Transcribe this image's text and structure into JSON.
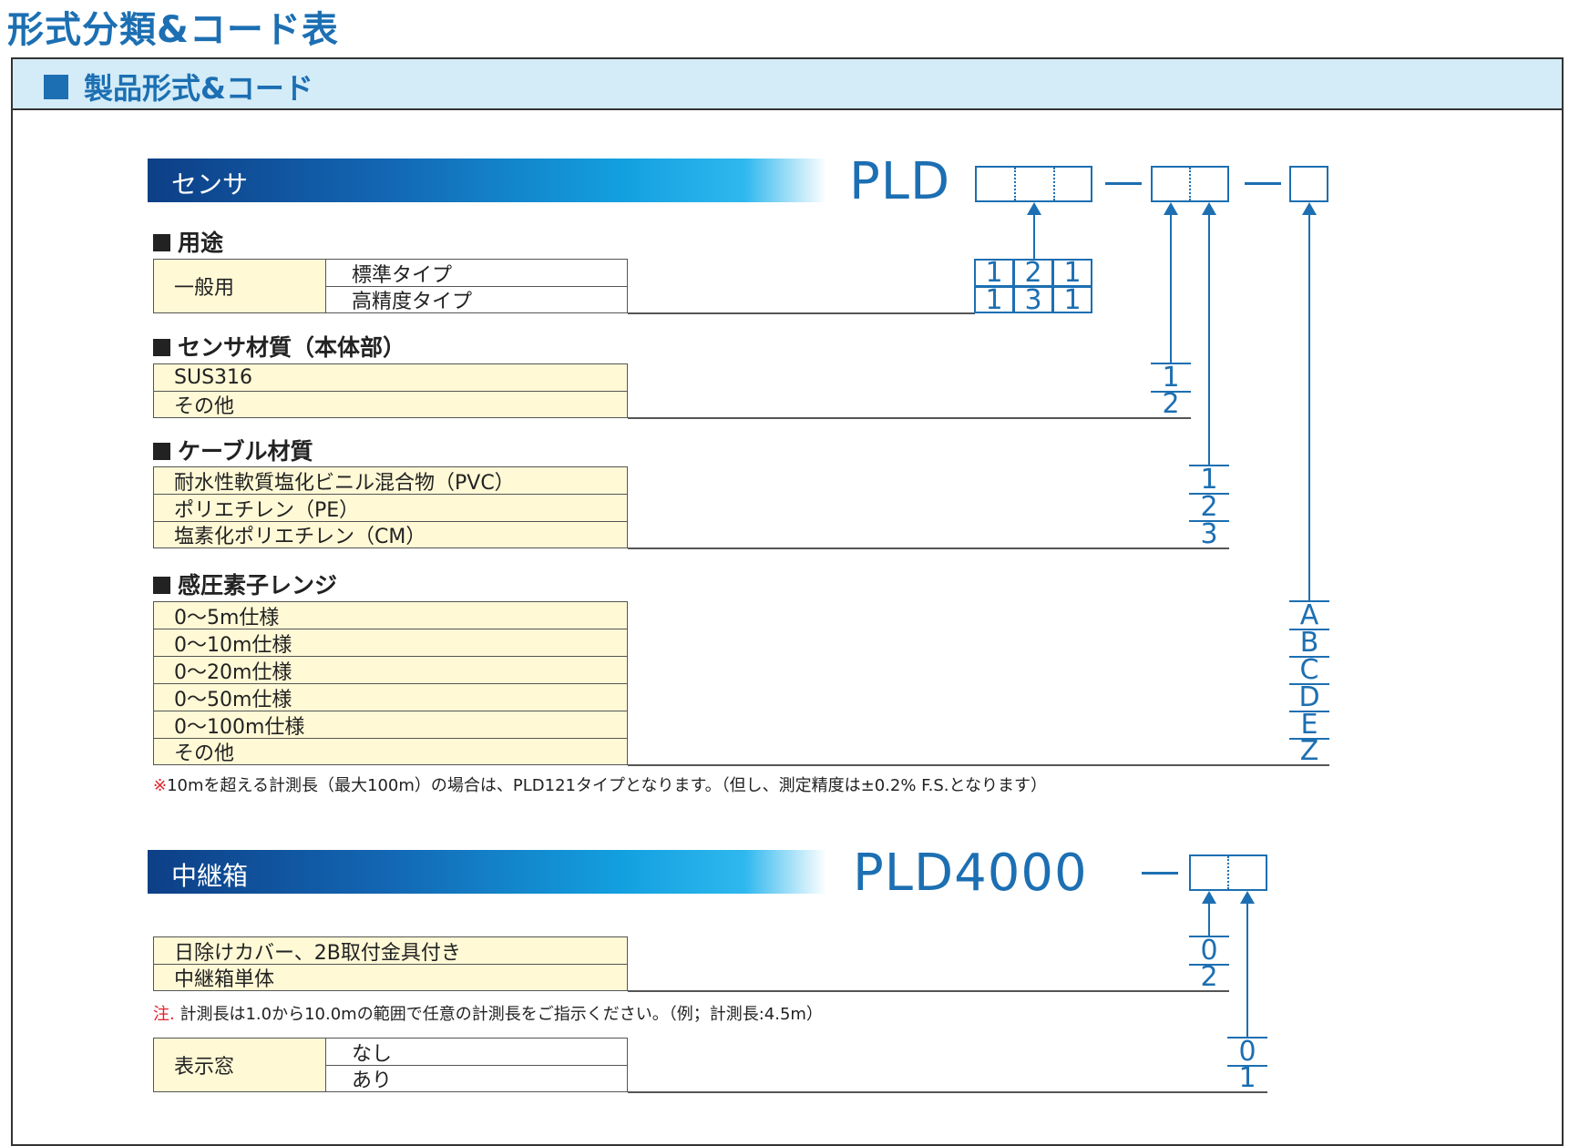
{
  "page_title": "形式分類&コード表",
  "frame_title": "製品形式&コード",
  "sensor": {
    "band_label": "センサ",
    "model_prefix": "PLD",
    "dash": "—",
    "sections": {
      "use": {
        "title": "用途",
        "group_label": "一般用",
        "rows": [
          {
            "label": "標準タイプ",
            "code": [
              "1",
              "2",
              "1"
            ]
          },
          {
            "label": "高精度タイプ",
            "code": [
              "1",
              "3",
              "1"
            ]
          }
        ]
      },
      "material": {
        "title": "センサ材質（本体部）",
        "rows": [
          {
            "label": "SUS316",
            "code": "1"
          },
          {
            "label": "その他",
            "code": "2"
          }
        ]
      },
      "cable": {
        "title": "ケーブル材質",
        "rows": [
          {
            "label": "耐水性軟質塩化ビニル混合物（PVC）",
            "code": "1"
          },
          {
            "label": "ポリエチレン（PE）",
            "code": "2"
          },
          {
            "label": "塩素化ポリエチレン（CM）",
            "code": "3"
          }
        ]
      },
      "range": {
        "title": "感圧素子レンジ",
        "rows": [
          {
            "label": "0～5m仕様",
            "code": "A"
          },
          {
            "label": "0～10m仕様",
            "code": "B"
          },
          {
            "label": "0～20m仕様",
            "code": "C"
          },
          {
            "label": "0～50m仕様",
            "code": "D"
          },
          {
            "label": "0～100m仕様",
            "code": "E"
          },
          {
            "label": "その他",
            "code": "Z"
          }
        ]
      }
    },
    "note_mark": "※",
    "note": "10mを超える計測長（最大100m）の場合は、PLD121タイプとなります。（但し、測定精度は±0.2% F.S.となります）"
  },
  "relay": {
    "band_label": "中継箱",
    "model_prefix": "PLD4000",
    "dash": "—",
    "cover": {
      "rows": [
        {
          "label": "日除けカバー、2B取付金具付き",
          "code": "0"
        },
        {
          "label": "中継箱単体",
          "code": "2"
        }
      ]
    },
    "note_mark": "注.",
    "note": "計測長は1.0から10.0mの範囲で任意の計測長をご指示ください。（例；計測長:4.5m）",
    "window": {
      "group_label": "表示窓",
      "rows": [
        {
          "label": "なし",
          "code": "0"
        },
        {
          "label": "あり",
          "code": "1"
        }
      ]
    }
  },
  "colors": {
    "accent_blue": "#1c6fb2",
    "header_bg": "#d4ecf8",
    "cell_bg": "#fff9d6",
    "note_red": "#e0222a"
  }
}
